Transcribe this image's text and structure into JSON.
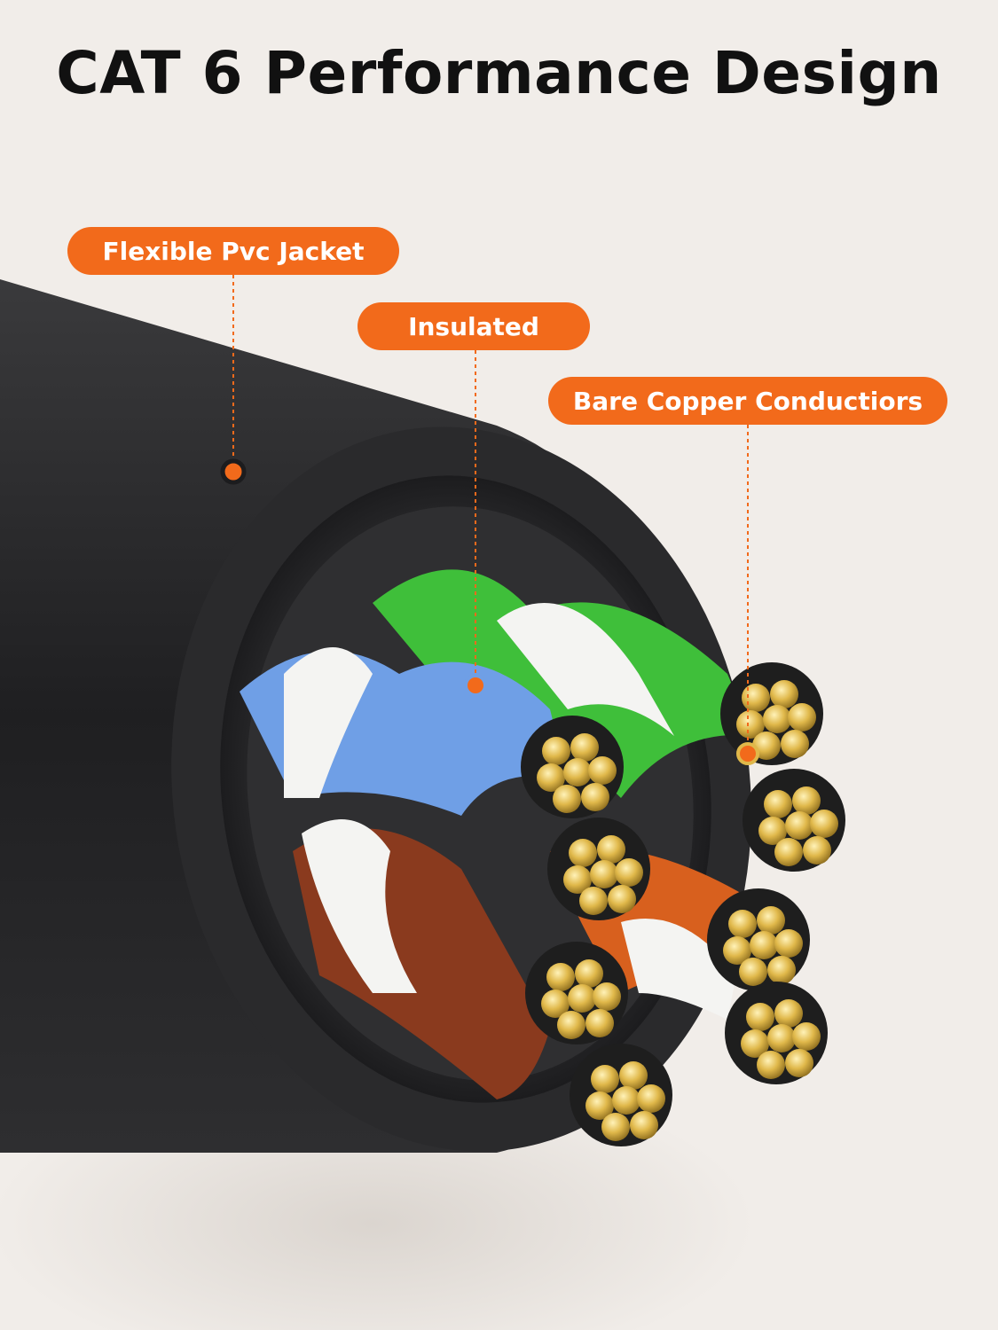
{
  "title": "CAT 6 Performance Design",
  "callouts": {
    "jacket": "Flexible Pvc Jacket",
    "insulated": "Insulated",
    "copper": "Bare Copper Conductiors"
  },
  "colors": {
    "accent": "#f26a1b",
    "background": "#f1ede9",
    "jacket": "#2b2b2d",
    "pair_green": "#3fbf3a",
    "pair_blue": "#6f9fe6",
    "pair_orange": "#d8601e",
    "pair_brown": "#8a3a1e",
    "copper": "#e0b84a"
  }
}
